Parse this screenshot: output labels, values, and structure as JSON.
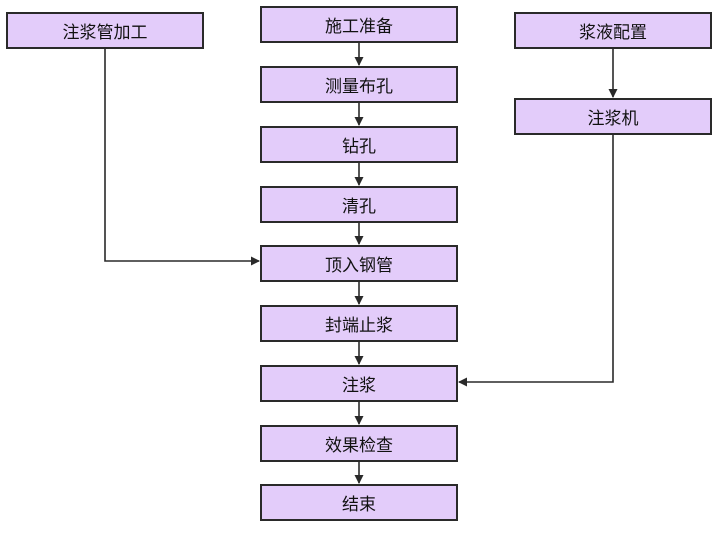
{
  "flowchart": {
    "main_steps": [
      "施工准备",
      "测量布孔",
      "钻孔",
      "清孔",
      "顶入钢管",
      "封端止浆",
      "注浆",
      "效果检查",
      "结束"
    ],
    "side_left": "注浆管加工",
    "side_right_top": "浆液配置",
    "side_right_bottom": "注浆机"
  },
  "colors": {
    "box_fill": "#e3ccfa",
    "box_border": "#2a2a2a",
    "line": "#2a2a2a"
  }
}
